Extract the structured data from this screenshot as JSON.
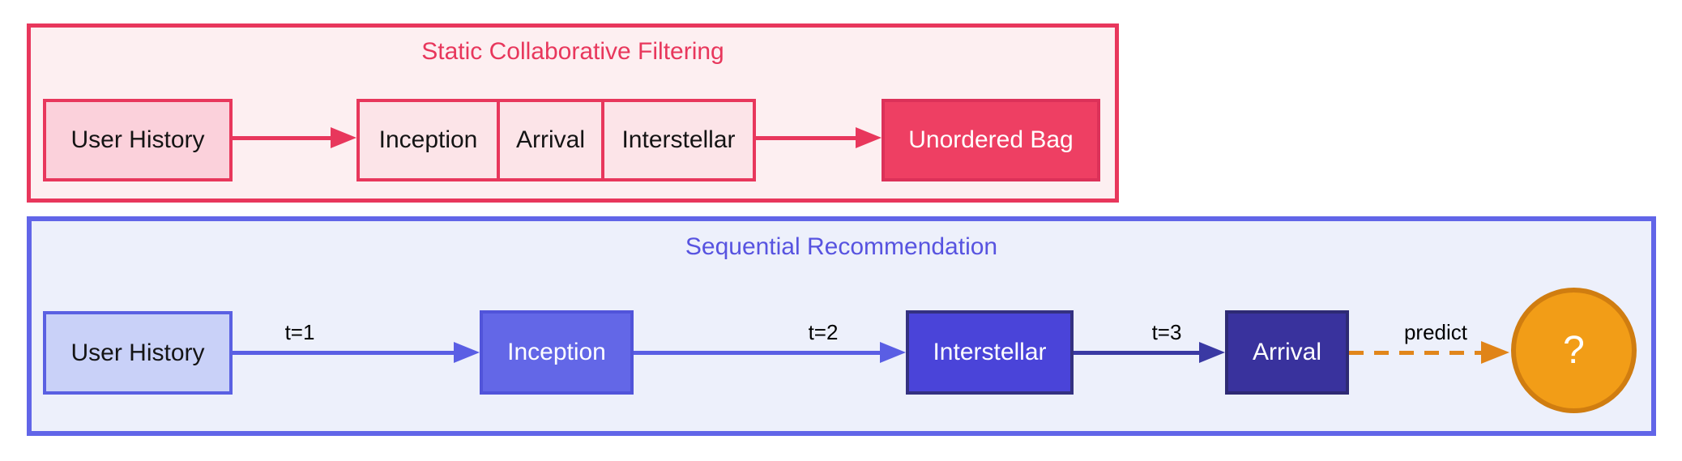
{
  "static_panel": {
    "title": "Static Collaborative Filtering",
    "user_history_label": "User History",
    "items": [
      "Inception",
      "Arrival",
      "Interstellar"
    ],
    "bag_label": "Unordered Bag"
  },
  "sequential_panel": {
    "title": "Sequential Recommendation",
    "user_history_label": "User History",
    "steps": [
      {
        "t": "t=1",
        "movie": "Inception"
      },
      {
        "t": "t=2",
        "movie": "Interstellar"
      },
      {
        "t": "t=3",
        "movie": "Arrival"
      }
    ],
    "predict_label": "predict",
    "unknown_label": "?"
  },
  "colors": {
    "static_accent": "#e8375c",
    "static_panel_bg": "#fdeff1",
    "static_user_history_bg": "#fbd1db",
    "static_strip_bg": "#fce4e8",
    "bag_bg": "#ee3f63",
    "bag_border": "#dc3159",
    "seq_panel_border": "#6165e8",
    "seq_panel_bg": "#edf0fb",
    "seq_title": "#5753e0",
    "seq_user_history_bg": "#c9d1f8",
    "seq_user_history_border": "#5a60e2",
    "step1_bg": "#6367e7",
    "step2_bg": "#4a44d9",
    "step3_bg": "#39329d",
    "arrow_blue": "#5a5ee4",
    "arrow_navy": "#3a39a3",
    "predict_orange": "#e1861b",
    "circle_bg": "#f29d17",
    "circle_border": "#d07d10"
  }
}
